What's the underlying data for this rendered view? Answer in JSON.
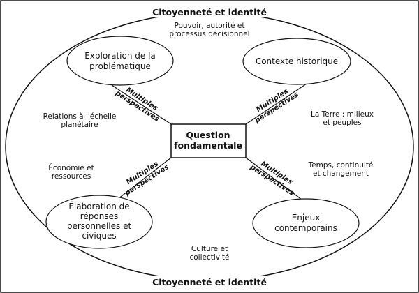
{
  "frame_title_top": "Citoyenneté et identité",
  "frame_title_bottom": "Citoyenneté et identité",
  "center": [
    "Question",
    "fondamentale"
  ],
  "boxes": {
    "top_left": [
      "Exploration de la",
      "problématique"
    ],
    "top_right": [
      "Contexte historique"
    ],
    "bottom_left": [
      "Élaboration de",
      "réponses",
      "personnelles et",
      "civiques"
    ],
    "bottom_right": [
      "Enjeux",
      "contemporains"
    ]
  },
  "connector_label": [
    "Multiples",
    "perspectives"
  ],
  "themes": {
    "top": [
      "Pouvoir, autorité et",
      "processus décisionnel"
    ],
    "left_upper": [
      "Relations à l'échelle",
      "planétaire"
    ],
    "right_upper": [
      "La Terre : milieux",
      "et peuples"
    ],
    "left_lower": [
      "Économie et",
      "ressources"
    ],
    "right_lower": [
      "Temps, continuité",
      "et changement"
    ],
    "bottom": [
      "Culture et",
      "collectivité"
    ]
  },
  "colors": {
    "stroke": "#111111",
    "background": "#ffffff",
    "text": "#111111"
  }
}
